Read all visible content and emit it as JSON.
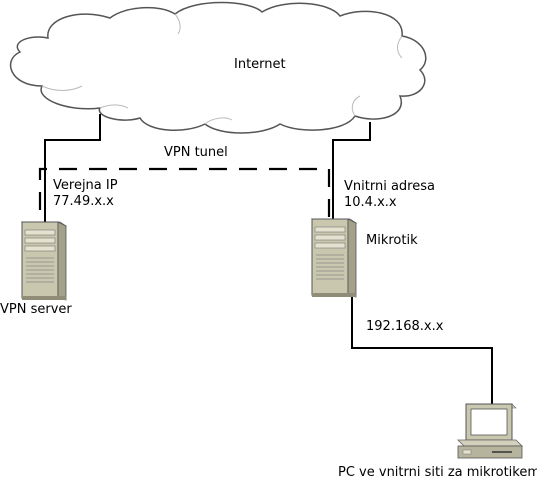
{
  "cloud": {
    "label": "Internet"
  },
  "tunnel": {
    "label": "VPN tunel"
  },
  "vpn_server": {
    "label": "VPN server",
    "public_ip_title": "Verejna IP",
    "public_ip_value": "77.49.x.x"
  },
  "mikrotik": {
    "label": "Mikrotik",
    "internal_title": "Vnitrni adresa",
    "internal_value": "10.4.x.x"
  },
  "lan": {
    "subnet": "192.168.x.x"
  },
  "pc": {
    "label": "PC ve vnitrni siti za mikrotikem"
  }
}
